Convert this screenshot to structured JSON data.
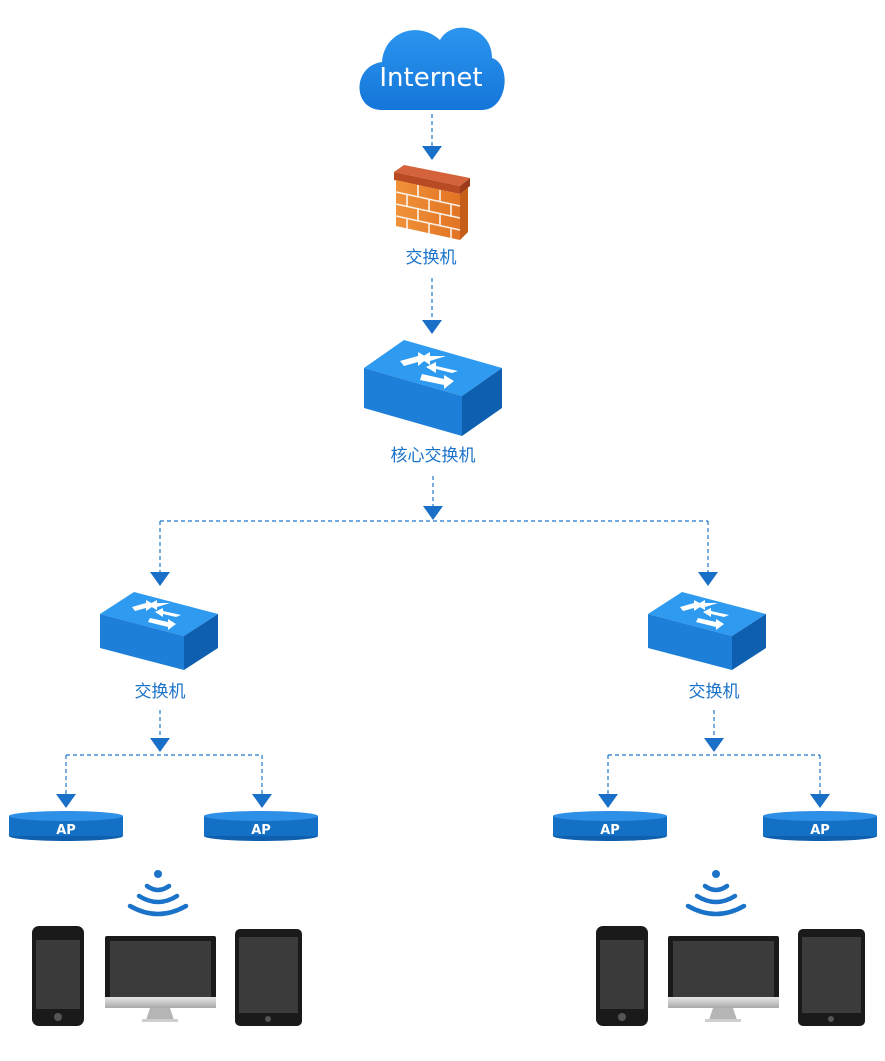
{
  "internet": {
    "label": "Internet"
  },
  "firewall": {
    "label": "交换机"
  },
  "core_switch": {
    "label": "核心交换机"
  },
  "access_switches": [
    {
      "label": "交换机"
    },
    {
      "label": "交换机"
    }
  ],
  "access_points": [
    {
      "label": "AP"
    },
    {
      "label": "AP"
    },
    {
      "label": "AP"
    },
    {
      "label": "AP"
    }
  ],
  "colors": {
    "primary_blue": "#1a73c9",
    "cloud_blue": "#1e88e5",
    "firewall_orange": "#e8822a",
    "firewall_roof": "#c0502a"
  },
  "client_groups": [
    {
      "devices": [
        "phone-icon",
        "monitor-icon",
        "tablet-icon"
      ]
    },
    {
      "devices": [
        "phone-icon",
        "monitor-icon",
        "tablet-icon"
      ]
    }
  ]
}
